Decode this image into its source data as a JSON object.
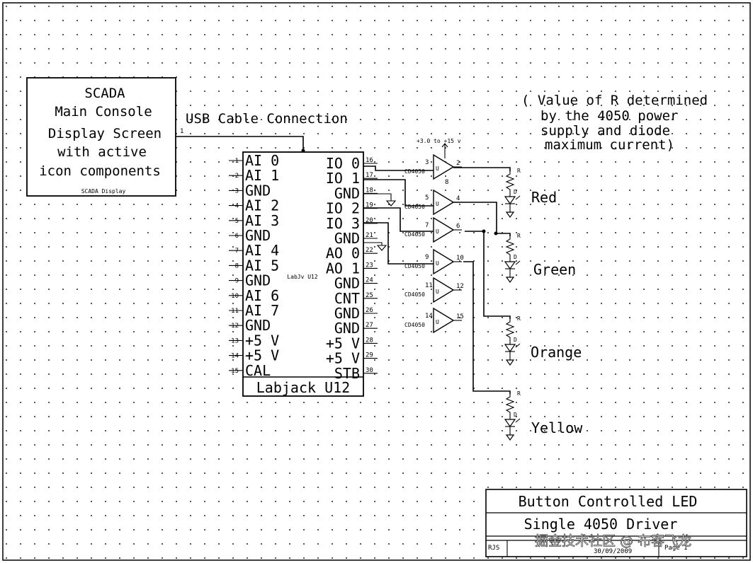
{
  "scada": {
    "lines": [
      "SCADA",
      "Main Console",
      "Display Screen",
      "with active",
      "icon components"
    ],
    "caption": "SCADA Display",
    "pin": "1"
  },
  "usb_label": "USB Cable Connection",
  "note": [
    "( Value of R determined",
    "by the 4050 power",
    "supply and diode",
    "maximum current)"
  ],
  "supply_label": "+3.0 to +15 v",
  "labjack": {
    "name": "Labjack U12",
    "ref": "LabJv U12",
    "left_pins": [
      {
        "num": "1",
        "label": "AI 0"
      },
      {
        "num": "2",
        "label": "AI 1"
      },
      {
        "num": "3",
        "label": "GND"
      },
      {
        "num": "4",
        "label": "AI 2"
      },
      {
        "num": "5",
        "label": "AI 3"
      },
      {
        "num": "6",
        "label": "GND"
      },
      {
        "num": "7",
        "label": "AI 4"
      },
      {
        "num": "8",
        "label": "AI 5"
      },
      {
        "num": "9",
        "label": "GND"
      },
      {
        "num": "10",
        "label": "AI 6"
      },
      {
        "num": "11",
        "label": "AI 7"
      },
      {
        "num": "12",
        "label": "GND"
      },
      {
        "num": "13",
        "label": "+5 V"
      },
      {
        "num": "14",
        "label": "+5 V"
      },
      {
        "num": "15",
        "label": "CAL"
      }
    ],
    "right_pins": [
      {
        "num": "16",
        "label": "IO 0"
      },
      {
        "num": "17",
        "label": "IO 1"
      },
      {
        "num": "18",
        "label": "GND"
      },
      {
        "num": "19",
        "label": "IO 2"
      },
      {
        "num": "20",
        "label": "IO 3"
      },
      {
        "num": "21",
        "label": "GND"
      },
      {
        "num": "22",
        "label": "AO 0"
      },
      {
        "num": "23",
        "label": "AO 1"
      },
      {
        "num": "24",
        "label": "GND"
      },
      {
        "num": "25",
        "label": "CNT"
      },
      {
        "num": "26",
        "label": "GND"
      },
      {
        "num": "27",
        "label": "GND"
      },
      {
        "num": "28",
        "label": "+5 V"
      },
      {
        "num": "29",
        "label": "+5 V"
      },
      {
        "num": "30",
        "label": "STB"
      }
    ]
  },
  "buffers": [
    {
      "part": "CD4050",
      "in": "3",
      "out": "2",
      "ref": "U",
      "extra": "8"
    },
    {
      "part": "CD4050",
      "in": "5",
      "out": "4",
      "ref": "U"
    },
    {
      "part": "CD4050",
      "in": "7",
      "out": "6",
      "ref": "U"
    },
    {
      "part": "CD4050",
      "in": "9",
      "out": "10",
      "ref": "U"
    },
    {
      "part": "CD4050",
      "in": "11",
      "out": "12",
      "ref": "U"
    },
    {
      "part": "CD4050",
      "in": "14",
      "out": "15",
      "ref": "U"
    }
  ],
  "leds": [
    {
      "color": "Red",
      "r": "R",
      "d": "D"
    },
    {
      "color": "Green",
      "r": "R",
      "d": "D"
    },
    {
      "color": "Orange",
      "r": "R",
      "d": "D"
    },
    {
      "color": "Yellow",
      "r": "R",
      "d": "D"
    }
  ],
  "title_block": {
    "title": "Button Controlled LED",
    "subtitle": "Single 4050 Driver",
    "author": "RJS",
    "date": "30/09/2009",
    "page": "Page 1"
  },
  "watermark": "掘金技术社区 @ 布客飞龙"
}
